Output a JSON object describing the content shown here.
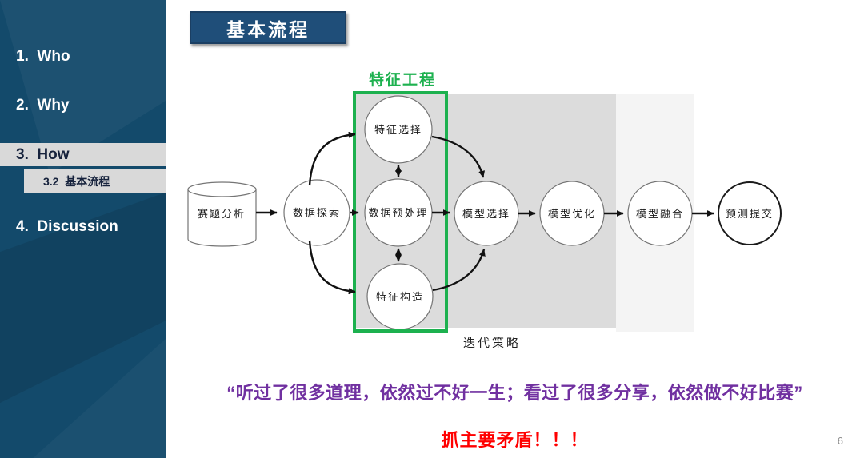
{
  "sidebar": {
    "items": [
      {
        "label": "1.  Who"
      },
      {
        "label": "2.  Why"
      },
      {
        "label": "3.  How",
        "active": true
      },
      {
        "label": "3.2  基本流程",
        "sub_of": "3. How"
      },
      {
        "label": "4.  Discussion"
      }
    ]
  },
  "header": {
    "title": "基本流程"
  },
  "diagram": {
    "feature_box_label": "特征工程",
    "iteration_label": "迭代策略",
    "nodes": {
      "problem_analysis": "赛题分析",
      "data_exploration": "数据探索",
      "feature_selection": "特征选择",
      "data_preprocessing": "数据预处理",
      "feature_construction": "特征构造",
      "model_selection": "模型选择",
      "model_optimization": "模型优化",
      "model_fusion": "模型融合",
      "prediction_submission": "预测提交"
    },
    "colors": {
      "highlight_green": "#1db14f",
      "iteration_gray": "#dcdcdc",
      "iteration_gray_light": "#f4f4f4"
    }
  },
  "footer": {
    "quote": "“听过了很多道理，依然过不好一生；看过了很多分享，依然做不好比赛”",
    "slogan": "抓主要矛盾！！！",
    "page_number": "6"
  },
  "theme": {
    "sidebar_bg": "#134a6b",
    "badge_bg": "#1f4e79",
    "quote_color": "#7030a0",
    "slogan_color": "#ff0000"
  }
}
